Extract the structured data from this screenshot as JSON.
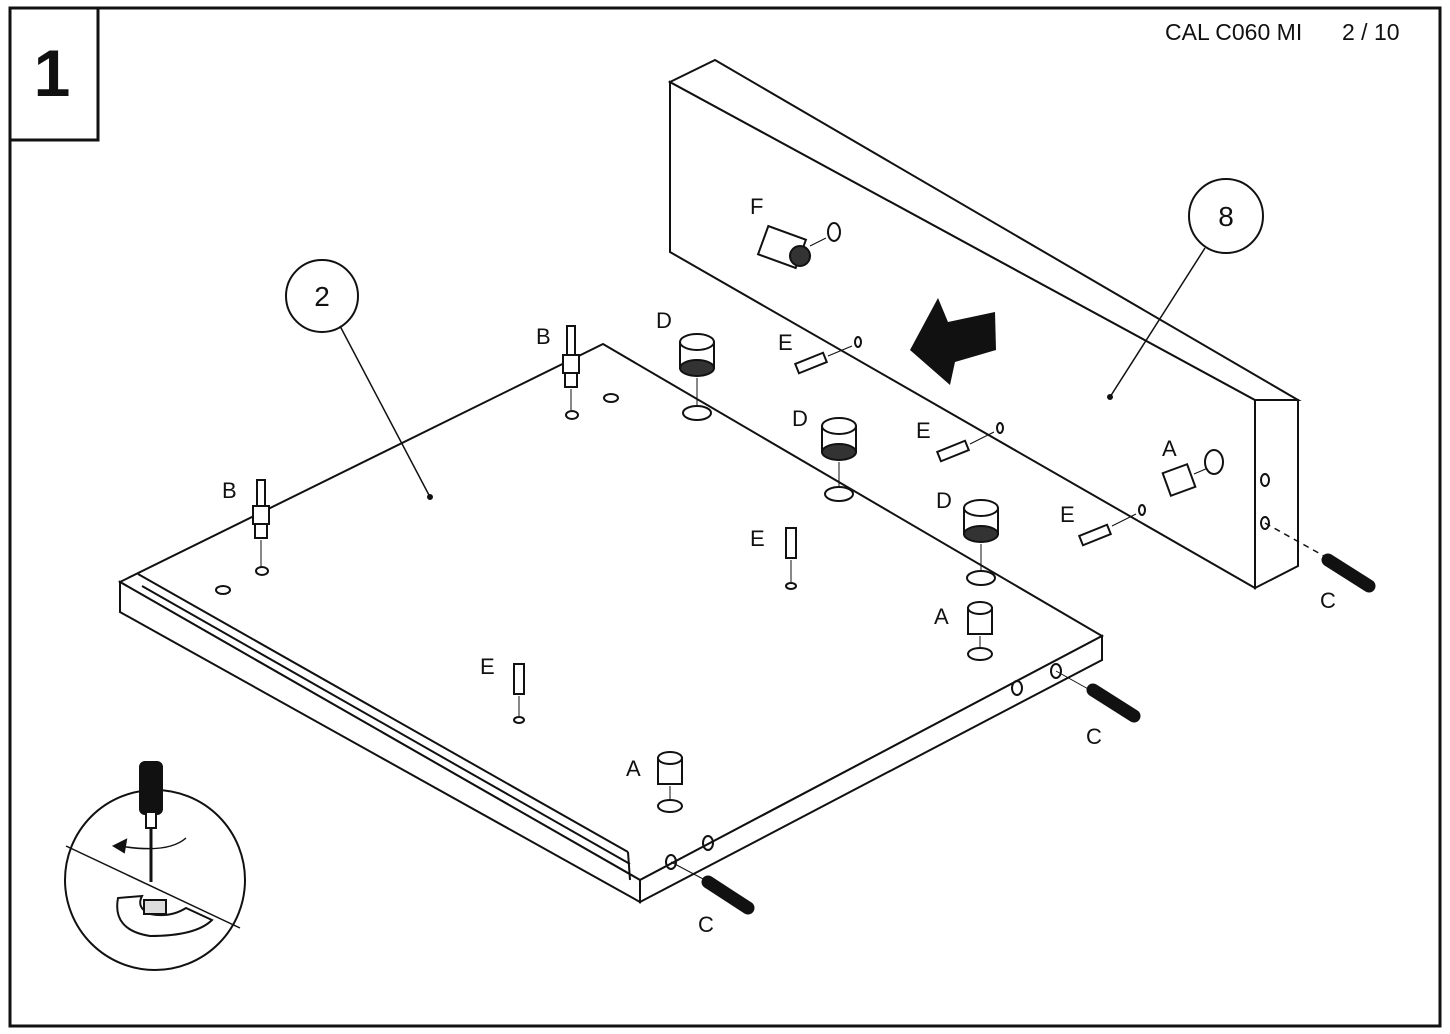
{
  "step": {
    "number": "1"
  },
  "header": {
    "doc_code": "CAL C060 MI",
    "page": "2 / 10"
  },
  "parts": {
    "panel_bottom": "2",
    "panel_back": "8"
  },
  "labels": {
    "a": "A",
    "b": "B",
    "c": "C",
    "d": "D",
    "e": "E",
    "f": "F"
  },
  "icons": {
    "direction": "arrow-icon",
    "detail": "screwdriver-detail-icon"
  },
  "colors": {
    "ink": "#111111",
    "paper": "#ffffff"
  }
}
